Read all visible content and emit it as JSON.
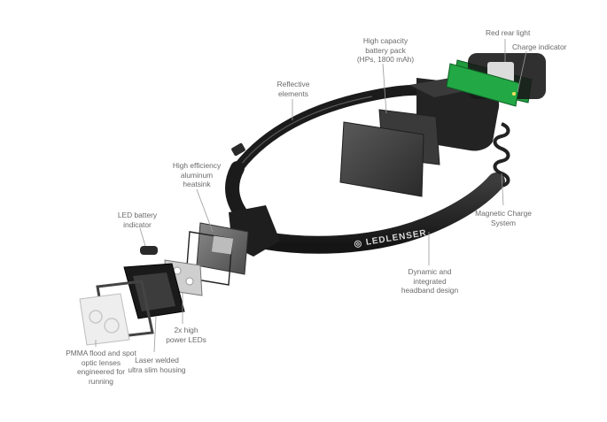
{
  "diagram": {
    "brand_mark": "LEDLENSER",
    "callouts": {
      "red_rear_light": "Red rear light",
      "charge_indicator": "Charge indicator",
      "battery_pack": "High capacity\nbattery pack\n(HPs, 1800 mAh)",
      "reflective_elements": "Reflective\nelements",
      "heatsink": "High efficiency\naluminum\nheatsink",
      "led_battery_indicator": "LED battery\nindicator",
      "magnetic_charge_system": "Magnetic Charge\nSystem",
      "headband_design": "Dynamic and\nintegrated\nheadband design",
      "high_power_leds": "2x high\npower LEDs",
      "pmma_lenses": "PMMA flood and spot\noptic lenses\nengineered for\nrunning",
      "housing": "Laser welded\nultra slim housing"
    }
  },
  "colors": {
    "band": "#1d1d1d",
    "band_highlight": "#3a3a3a",
    "pcb_green": "#1f9a3e",
    "label_text": "#6a6a6a",
    "leader_line": "#9a9a9a"
  }
}
